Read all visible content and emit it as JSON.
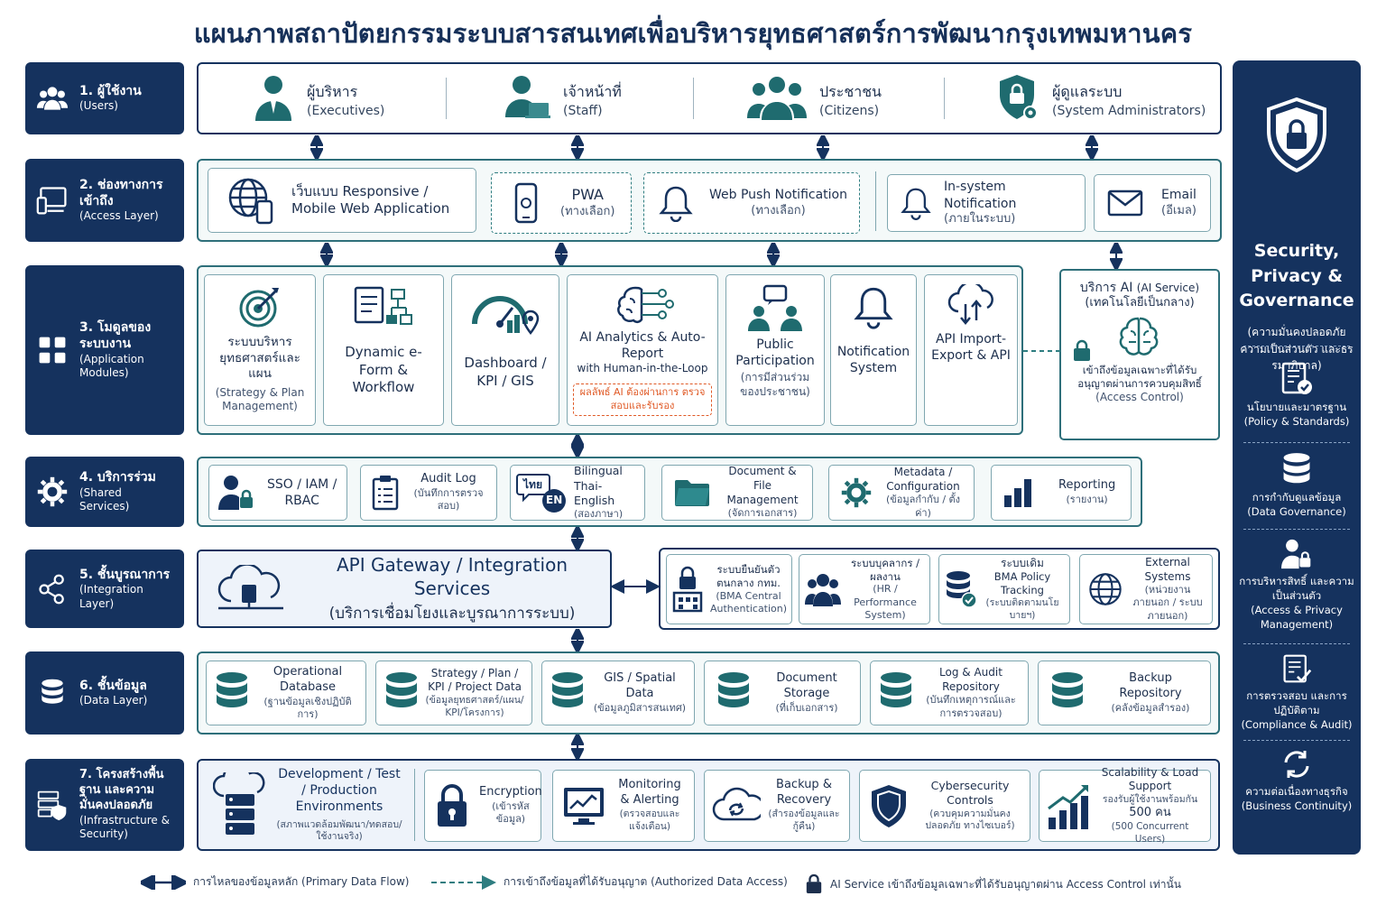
{
  "title": "แผนภาพสถาปัตยกรรมระบบสารสนเทศเพื่อบริหารยุทธศาสตร์การพัฒนากรุงเทพมหานคร",
  "colors": {
    "navy": "#15325e",
    "teal": "#2e6f7a",
    "orange": "#e05a26"
  },
  "layers": [
    {
      "num": "1. ผู้ใช้งาน",
      "en": "(Users)",
      "icon": "users-icon"
    },
    {
      "num": "2. ช่องทางการเข้าถึง",
      "en": "(Access Layer)",
      "icon": "monitor-icon"
    },
    {
      "num": "3. โมดูลของระบบงาน",
      "en": "(Application Modules)",
      "icon": "grid-icon"
    },
    {
      "num": "4. บริการร่วม",
      "en": "(Shared Services)",
      "icon": "gear-icon"
    },
    {
      "num": "5. ชั้นบูรณาการ",
      "en": "(Integration Layer)",
      "icon": "network-icon"
    },
    {
      "num": "6. ชั้นข้อมูล",
      "en": "(Data Layer)",
      "icon": "database-icon"
    },
    {
      "num": "7. โครงสร้างพื้นฐาน และความมั่นคงปลอดภัย",
      "en": "(Infrastructure & Security)",
      "icon": "server-shield-icon"
    }
  ],
  "users": [
    {
      "th": "ผู้บริหาร",
      "en": "(Executives)"
    },
    {
      "th": "เจ้าหน้าที่",
      "en": "(Staff)"
    },
    {
      "th": "ประชาชน",
      "en": "(Citizens)"
    },
    {
      "th": "ผู้ดูแลระบบ",
      "en": "(System Administrators)"
    }
  ],
  "access": [
    {
      "m": "เว็บแบบ Responsive /",
      "m2": "Mobile Web Application"
    },
    {
      "m": "PWA",
      "s": "(ทางเลือก)"
    },
    {
      "m": "Web Push Notification",
      "s": "(ทางเลือก)"
    },
    {
      "m": "In-system Notification",
      "s": "(ภายในระบบ)"
    },
    {
      "m": "Email",
      "s": "(อีเมล)"
    }
  ],
  "modules": [
    {
      "m": "ระบบบริหาร ยุทธศาสตร์และแผน",
      "s": "(Strategy & Plan Management)"
    },
    {
      "m": "Dynamic e-Form & Workflow",
      "s": ""
    },
    {
      "m": "Dashboard / KPI / GIS",
      "s": ""
    },
    {
      "m": "AI Analytics & Auto-Report",
      "s": "with Human-in-the-Loop",
      "warn": "ผลลัพธ์ AI ต้องผ่านการ ตรวจสอบและรับรอง"
    },
    {
      "m": "Public Participation",
      "s": "(การมีส่วนร่วม ของประชาชน)"
    },
    {
      "m": "Notification System",
      "s": ""
    },
    {
      "m": "API Import-Export & API",
      "s": ""
    }
  ],
  "ai_service": {
    "title": "บริการ AI",
    "title_en": "(AI Service)",
    "sub": "(เทคโนโลยีเป็นกลาง)",
    "desc": "เข้าถึงข้อมูลเฉพาะที่ได้รับ อนุญาตผ่านการควบคุมสิทธิ์",
    "desc_en": "(Access Control)"
  },
  "shared": [
    {
      "m": "SSO / IAM /",
      "m2": "RBAC"
    },
    {
      "m": "Audit Log",
      "s": "(บันทึกการตรวจสอบ)"
    },
    {
      "m": "Bilingual",
      "m2": "Thai-English",
      "s": "(สองภาษา)"
    },
    {
      "m": "Document &",
      "m2": "File Management",
      "s": "(จัดการเอกสาร)"
    },
    {
      "m": "Metadata /",
      "m2": "Configuration",
      "s": "(ข้อมูลกำกับ / ตั้งค่า)"
    },
    {
      "m": "Reporting",
      "s": "(รายงาน)"
    }
  ],
  "bilingual_badge": {
    "th": "ไทย",
    "en": "EN"
  },
  "integration": {
    "m": "API Gateway / Integration Services",
    "s": "(บริการเชื่อมโยงและบูรณาการระบบ)"
  },
  "external": [
    {
      "m": "ระบบยืนยันตัวตนกลาง กทม.",
      "s": "(BMA Central Authentication)"
    },
    {
      "m": "ระบบบุคลากร / ผลงาน",
      "s": "(HR / Performance System)"
    },
    {
      "m": "ระบบเดิม",
      "m2": "BMA Policy Tracking",
      "s": "(ระบบติดตามนโยบายฯ)"
    },
    {
      "m": "External Systems",
      "s": "(หน่วยงานภายนอก / ระบบภายนอก)"
    }
  ],
  "data": [
    {
      "m": "Operational Database",
      "s": "(ฐานข้อมูลเชิงปฏิบัติการ)"
    },
    {
      "m": "Strategy / Plan / KPI / Project Data",
      "s": "(ข้อมูลยุทธศาสตร์/แผน/ KPI/โครงการ)"
    },
    {
      "m": "GIS / Spatial Data",
      "s": "(ข้อมูลภูมิสารสนเทศ)"
    },
    {
      "m": "Document Storage",
      "s": "(ที่เก็บเอกสาร)"
    },
    {
      "m": "Log & Audit Repository",
      "s": "(บันทึกเหตุการณ์และ การตรวจสอบ)"
    },
    {
      "m": "Backup Repository",
      "s": "(คลังข้อมูลสำรอง)"
    }
  ],
  "infra": [
    {
      "m": "Development / Test / Production Environments",
      "s": "(สภาพแวดล้อมพัฒนา/ทดสอบ/ใช้งานจริง)"
    },
    {
      "m": "Encryption",
      "s": "(เข้ารหัสข้อมูล)"
    },
    {
      "m": "Monitoring & Alerting",
      "s": "(ตรวจสอบและแจ้งเตือน)"
    },
    {
      "m": "Backup & Recovery",
      "s": "(สำรองข้อมูลและกู้คืน)"
    },
    {
      "m": "Cybersecurity Controls",
      "s": "(ควบคุมความมั่นคงปลอดภัย ทางไซเบอร์)"
    },
    {
      "m": "Scalability & Load Support",
      "s": "รองรับผู้ใช้งานพร้อมกัน",
      "n": "500 คน",
      "s2": "(500 Concurrent Users)"
    }
  ],
  "sidebar": {
    "title": "Security, Privacy & Governance",
    "sub": "(ความมั่นคงปลอดภัย ความเป็นส่วนตัว และธรรมาภิบาล)",
    "items": [
      {
        "th": "นโยบายและมาตรฐาน",
        "en": "(Policy & Standards)"
      },
      {
        "th": "การกำกับดูแลข้อมูล",
        "en": "(Data Governance)"
      },
      {
        "th": "การบริหารสิทธิ์ และความเป็นส่วนตัว",
        "en": "(Access & Privacy Management)"
      },
      {
        "th": "การตรวจสอบ และการปฏิบัติตาม",
        "en": "(Compliance & Audit)"
      },
      {
        "th": "ความต่อเนื่องทางธุรกิจ",
        "en": "(Business Continuity)"
      }
    ]
  },
  "legend": [
    "การไหลของข้อมูลหลัก (Primary Data Flow)",
    "การเข้าถึงข้อมูลที่ได้รับอนุญาต (Authorized Data Access)",
    "AI Service เข้าถึงข้อมูลเฉพาะที่ได้รับอนุญาตผ่าน Access Control เท่านั้น"
  ]
}
